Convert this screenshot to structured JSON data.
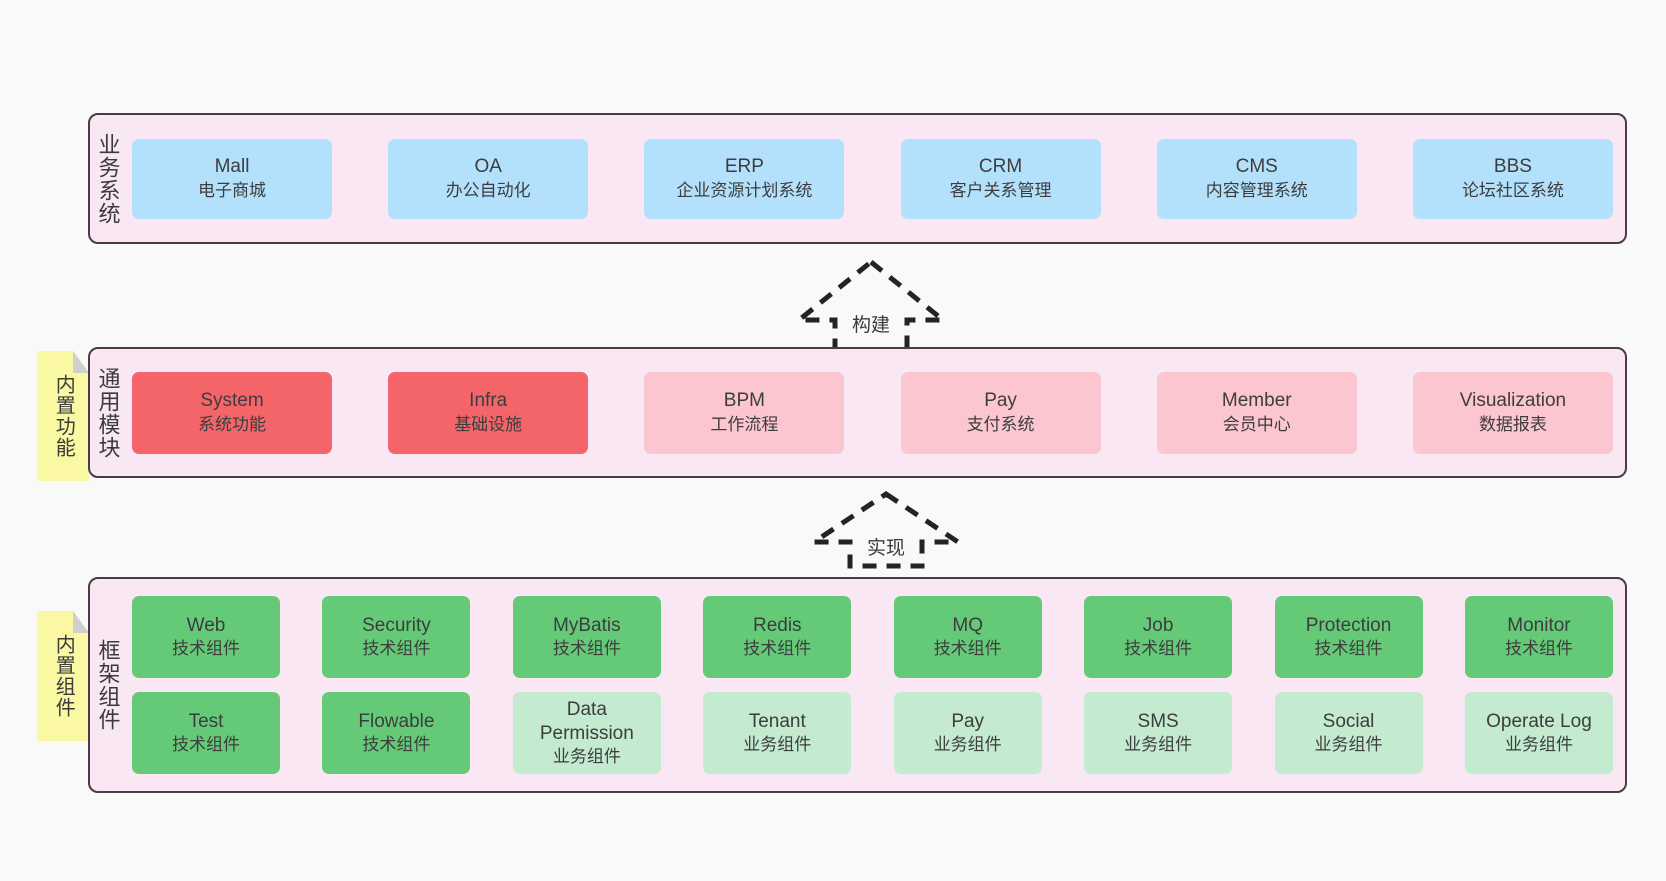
{
  "page": {
    "background": "#f9f9f9",
    "panel_fill": "#f9e8f3",
    "panel_border": "#4a3b45"
  },
  "layers": [
    {
      "id": "business",
      "label": "业务系统",
      "rows": [
        {
          "nodes": [
            {
              "title": "Mall",
              "sub": "电子商城",
              "color": "#b3e0fb",
              "tone": "blue"
            },
            {
              "title": "OA",
              "sub": "办公自动化",
              "color": "#b3e0fb",
              "tone": "blue"
            },
            {
              "title": "ERP",
              "sub": "企业资源计划系统",
              "color": "#b3e0fb",
              "tone": "blue"
            },
            {
              "title": "CRM",
              "sub": "客户关系管理",
              "color": "#b3e0fb",
              "tone": "blue"
            },
            {
              "title": "CMS",
              "sub": "内容管理系统",
              "color": "#b3e0fb",
              "tone": "blue"
            },
            {
              "title": "BBS",
              "sub": "论坛社区系统",
              "color": "#b3e0fb",
              "tone": "blue"
            }
          ]
        }
      ]
    },
    {
      "id": "common-module",
      "label": "通用模块",
      "note": "内置功能",
      "rows": [
        {
          "nodes": [
            {
              "title": "System",
              "sub": "系统功能",
              "color": "#f4656a",
              "tone": "red"
            },
            {
              "title": "Infra",
              "sub": "基础设施",
              "color": "#f4656a",
              "tone": "red"
            },
            {
              "title": "BPM",
              "sub": "工作流程",
              "color": "#fbc6cf",
              "tone": "pink"
            },
            {
              "title": "Pay",
              "sub": "支付系统",
              "color": "#fbc6cf",
              "tone": "pink"
            },
            {
              "title": "Member",
              "sub": "会员中心",
              "color": "#fbc6cf",
              "tone": "pink"
            },
            {
              "title": "Visualization",
              "sub": "数据报表",
              "color": "#fbc6cf",
              "tone": "pink"
            }
          ]
        }
      ]
    },
    {
      "id": "framework-component",
      "label": "框架组件",
      "note": "内置组件",
      "rows": [
        {
          "nodes": [
            {
              "title": "Web",
              "sub": "技术组件",
              "color": "#65ca78",
              "tone": "green"
            },
            {
              "title": "Security",
              "sub": "技术组件",
              "color": "#65ca78",
              "tone": "green"
            },
            {
              "title": "MyBatis",
              "sub": "技术组件",
              "color": "#65ca78",
              "tone": "green"
            },
            {
              "title": "Redis",
              "sub": "技术组件",
              "color": "#65ca78",
              "tone": "green"
            },
            {
              "title": "MQ",
              "sub": "技术组件",
              "color": "#65ca78",
              "tone": "green"
            },
            {
              "title": "Job",
              "sub": "技术组件",
              "color": "#65ca78",
              "tone": "green"
            },
            {
              "title": "Protection",
              "sub": "技术组件",
              "color": "#65ca78",
              "tone": "green"
            },
            {
              "title": "Monitor",
              "sub": "技术组件",
              "color": "#65ca78",
              "tone": "green"
            }
          ]
        },
        {
          "nodes": [
            {
              "title": "Test",
              "sub": "技术组件",
              "color": "#65ca78",
              "tone": "green"
            },
            {
              "title": "Flowable",
              "sub": "技术组件",
              "color": "#65ca78",
              "tone": "green"
            },
            {
              "title": "Data Permission",
              "sub": "业务组件",
              "color": "#c4ead0",
              "tone": "lgreen"
            },
            {
              "title": "Tenant",
              "sub": "业务组件",
              "color": "#c4ead0",
              "tone": "lgreen"
            },
            {
              "title": "Pay",
              "sub": "业务组件",
              "color": "#c4ead0",
              "tone": "lgreen"
            },
            {
              "title": "SMS",
              "sub": "业务组件",
              "color": "#c4ead0",
              "tone": "lgreen"
            },
            {
              "title": "Social",
              "sub": "业务组件",
              "color": "#c4ead0",
              "tone": "lgreen"
            },
            {
              "title": "Operate Log",
              "sub": "业务组件",
              "color": "#c4ead0",
              "tone": "lgreen"
            }
          ]
        }
      ]
    }
  ],
  "arrows": [
    {
      "id": "build",
      "label": "构建",
      "from": "common-module",
      "to": "business"
    },
    {
      "id": "implement",
      "label": "实现",
      "from": "framework-component",
      "to": "common-module"
    }
  ]
}
